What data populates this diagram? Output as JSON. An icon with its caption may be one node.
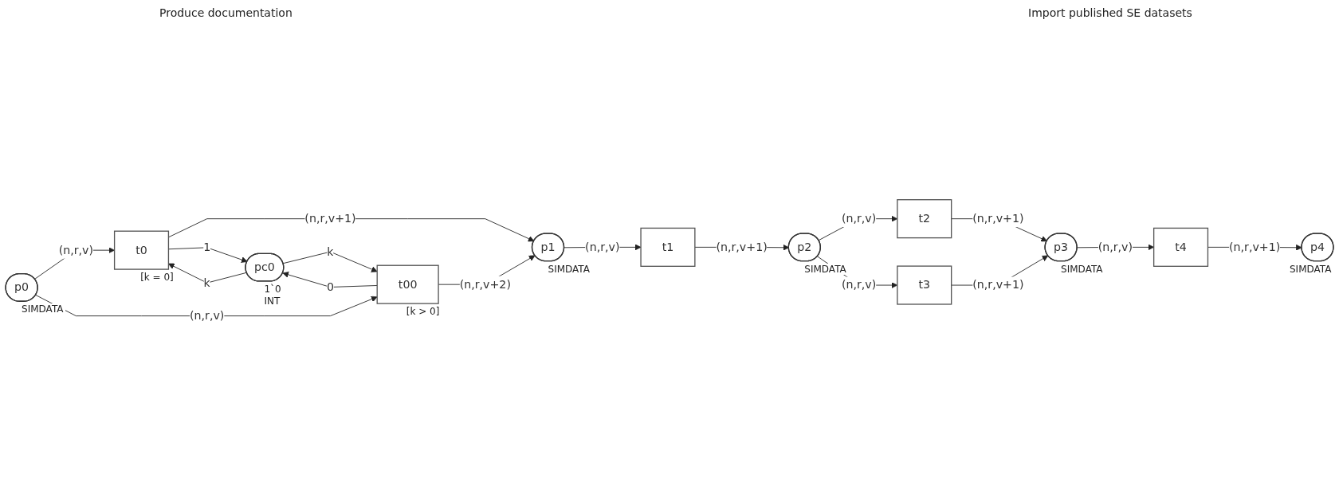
{
  "diagram": {
    "nodes": [
      {
        "text": [
          "p0"
        ],
        "beside": [
          "SIMDATA"
        ]
      },
      {
        "text": [
          "t0"
        ],
        "beside": [
          "[k = 0]"
        ]
      },
      {
        "text": [
          "pc0"
        ],
        "beside": [
          "1`0",
          "INT"
        ]
      },
      {
        "text": [
          "t00"
        ],
        "beside": [
          "[k > 0]"
        ]
      },
      {
        "text": [
          "p1"
        ],
        "beside": [
          "SIMDATA"
        ]
      },
      {
        "text": [
          "t1"
        ]
      },
      {
        "text": [
          "p2"
        ],
        "beside": [
          "SIMDATA"
        ]
      },
      {
        "text": [
          "t2"
        ]
      },
      {
        "text": [
          "t3"
        ]
      },
      {
        "text": [
          "p3"
        ],
        "beside": [
          "SIMDATA"
        ]
      },
      {
        "text": [
          "t4"
        ]
      },
      {
        "text": [
          "p4"
        ],
        "beside": [
          "SIMDATA"
        ]
      }
    ],
    "edges": [
      {
        "from": 0,
        "to": 1,
        "arrow": "to",
        "label": "(n,r,v)"
      },
      {
        "from": 0,
        "to": 3,
        "arrow": "to",
        "label": "(n,r,v)"
      },
      {
        "from": 1,
        "to": 4,
        "arrow": "to",
        "label": "(n,r,v+1)"
      },
      {
        "from": 3,
        "to": 4,
        "arrow": "to",
        "label": "(n,r,v+2)"
      },
      {
        "from": 2,
        "to": 1,
        "arrow": "to",
        "label": "k"
      },
      {
        "from": 1,
        "to": 2,
        "arrow": "to",
        "label": "1"
      },
      {
        "from": 2,
        "to": 3,
        "arrow": "to",
        "label": "k"
      },
      {
        "from": 3,
        "to": 2,
        "arrow": "to",
        "label": "0"
      },
      {
        "from": 4,
        "to": 5,
        "arrow": "to",
        "label": "(n,r,v)"
      },
      {
        "from": 5,
        "to": 6,
        "arrow": "to",
        "label": "(n,r,v+1)"
      },
      {
        "from": 6,
        "to": 7,
        "arrow": "to",
        "label": "(n,r,v)"
      },
      {
        "from": 6,
        "to": 8,
        "arrow": "to",
        "label": "(n,r,v)"
      },
      {
        "from": 7,
        "to": 9,
        "arrow": "to",
        "label": "(n,r,v+1)"
      },
      {
        "from": 8,
        "to": 9,
        "arrow": "to",
        "label": "(n,r,v+1)"
      },
      {
        "from": 9,
        "to": 10,
        "arrow": "to",
        "label": "(n,r,v)"
      },
      {
        "from": 10,
        "to": 11,
        "arrow": "to",
        "label": "(n,r,v+1)"
      }
    ],
    "labels": [
      "Produce documentation",
      "Import published SE datasets"
    ]
  }
}
